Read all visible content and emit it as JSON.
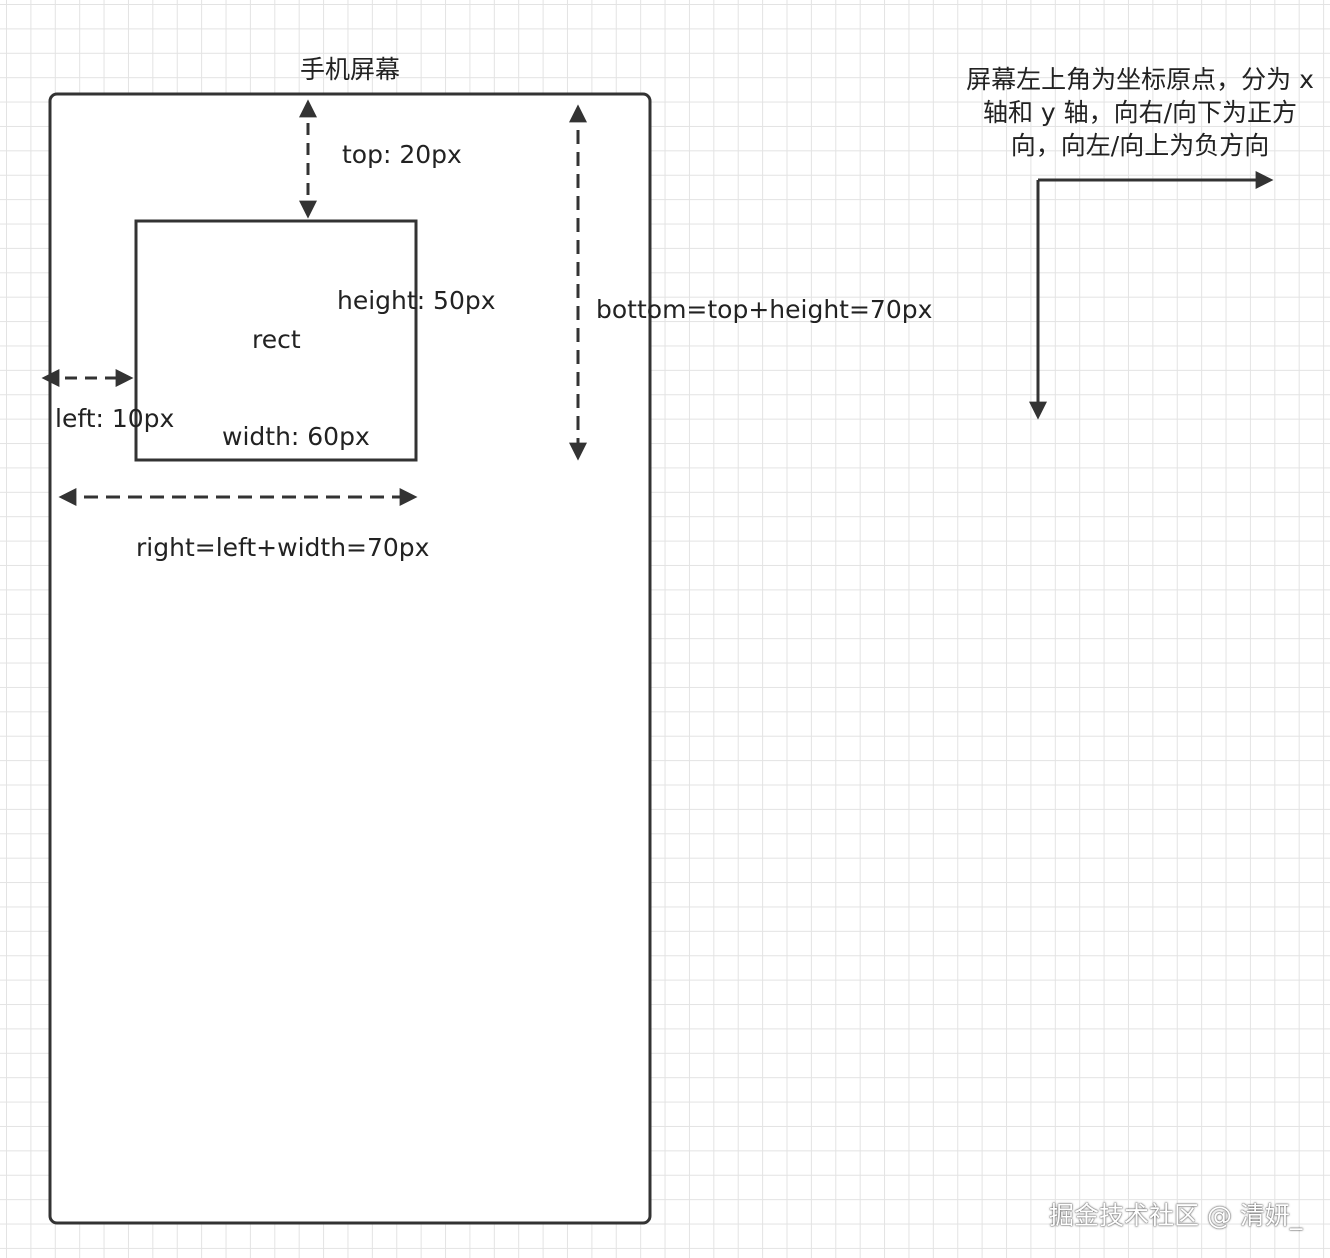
{
  "screen": {
    "title": "手机屏幕"
  },
  "rect": {
    "label": "rect",
    "top_label": "top: 20px",
    "height_label": "height: 50px",
    "left_label": "left: 10px",
    "width_label": "width: 60px"
  },
  "derived": {
    "bottom_label": "bottom=top+height=70px",
    "right_label": "right=left+width=70px"
  },
  "axis_note": {
    "lines": [
      "屏幕左上角为坐标原点，分为 x",
      "轴和 y 轴，向右/向下为正方",
      "向，向左/向上为负方向"
    ]
  },
  "watermark": "掘金技术社区 @ 清妍_",
  "colors": {
    "stroke": "#333333",
    "grid": "#e3e3e3",
    "background": "#ffffff"
  }
}
